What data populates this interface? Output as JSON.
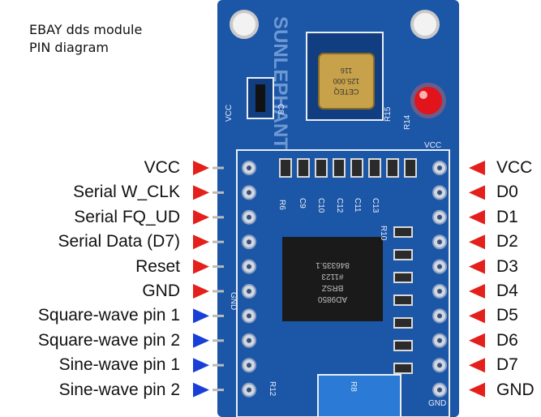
{
  "caption": {
    "line1": "EBAY dds module",
    "line2": "PIN diagram"
  },
  "colors": {
    "board": "#1c56a6",
    "board_dark": "#103e80",
    "input_arrow": "#e3201b",
    "output_arrow": "#1a3fd6",
    "silk": "#e8eef8",
    "crystal": "#c8a24a",
    "led": "#e0141a"
  },
  "left_pins": [
    {
      "label": "VCC",
      "dir": "in"
    },
    {
      "label": "Serial W_CLK",
      "dir": "in"
    },
    {
      "label": "Serial FQ_UD",
      "dir": "in"
    },
    {
      "label": "Serial Data (D7)",
      "dir": "in"
    },
    {
      "label": "Reset",
      "dir": "in"
    },
    {
      "label": "GND",
      "dir": "in"
    },
    {
      "label": "Square-wave pin 1",
      "dir": "out"
    },
    {
      "label": "Square-wave pin 2",
      "dir": "out"
    },
    {
      "label": "Sine-wave pin 1",
      "dir": "out"
    },
    {
      "label": "Sine-wave pin 2",
      "dir": "out"
    }
  ],
  "right_pins": [
    {
      "label": "VCC"
    },
    {
      "label": "D0"
    },
    {
      "label": "D1"
    },
    {
      "label": "D2"
    },
    {
      "label": "D3"
    },
    {
      "label": "D4"
    },
    {
      "label": "D5"
    },
    {
      "label": "D6"
    },
    {
      "label": "D7"
    },
    {
      "label": "GND"
    }
  ],
  "board": {
    "brand": "SUNLEPHANT",
    "chip_text": [
      "AD9850",
      "BRSZ",
      "#1123",
      "846335.1"
    ],
    "crystal_text": [
      "CETEQ",
      "125.000",
      "116"
    ],
    "silk_labels": [
      "VCC",
      "C8",
      "R15",
      "R14",
      "VCC",
      "R6",
      "C9",
      "C10",
      "C12",
      "C13",
      "C11",
      "R10",
      "R12",
      "R8",
      "GND",
      "GND"
    ]
  }
}
